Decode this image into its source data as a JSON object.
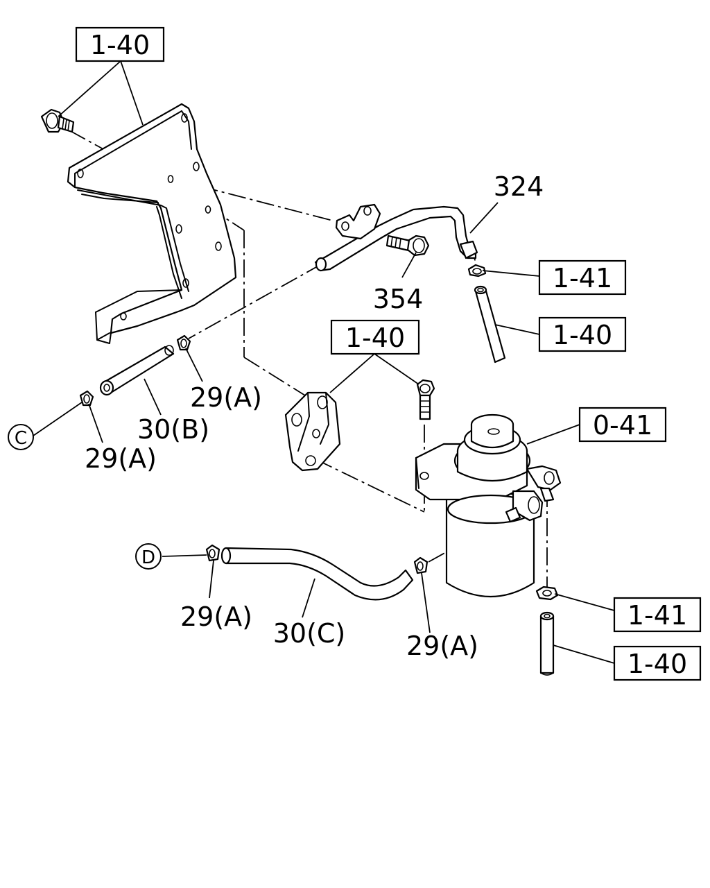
{
  "refs": {
    "ref_top": "1-40",
    "ref_324": "324",
    "ref_354": "354",
    "ref_141_upper": "1-41",
    "ref_140_hose_upper": "1-40",
    "ref_140_mid": "1-40",
    "ref_041": "0-41",
    "ref_29a_upper": "29(A)",
    "ref_30b": "30(B)",
    "ref_29a_left": "29(A)",
    "ref_29a_lower_left": "29(A)",
    "ref_30c": "30(C)",
    "ref_29a_lower_right": "29(A)",
    "ref_141_lower": "1-41",
    "ref_140_lower": "1-40"
  },
  "connectors": {
    "c_label": "C",
    "d_label": "D"
  }
}
